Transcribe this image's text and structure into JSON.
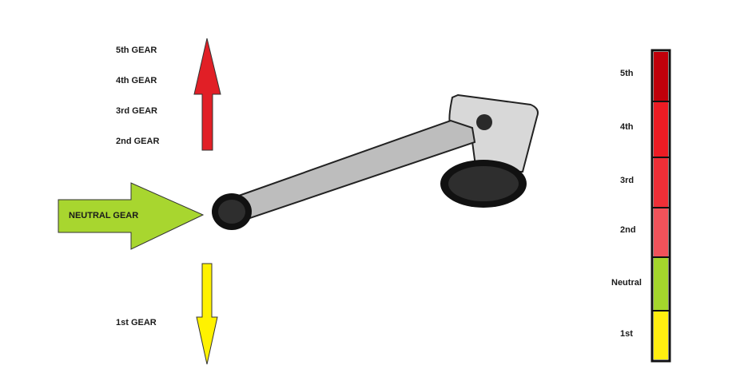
{
  "left_labels": {
    "gear5": "5th GEAR",
    "gear4": "4th GEAR",
    "gear3": "3rd GEAR",
    "gear2": "2nd GEAR",
    "neutral": "NEUTRAL GEAR",
    "gear1": "1st GEAR"
  },
  "scale": {
    "segments": [
      {
        "label": "5th",
        "color": "#c0000b"
      },
      {
        "label": "4th",
        "color": "#ec1c24"
      },
      {
        "label": "3rd",
        "color": "#ee2f37"
      },
      {
        "label": "2nd",
        "color": "#f0525a"
      },
      {
        "label": "Neutral",
        "color": "#a4d62c"
      },
      {
        "label": "1st",
        "color": "#ffee10"
      }
    ]
  },
  "colors": {
    "up_arrow": "#e11f26",
    "neutral_arrow": "#a8d62f",
    "down_arrow": "#fff200",
    "lever_gray": "#bdbdbd",
    "cap_gray": "#d8d8d8",
    "knob": "#2a2a2a"
  }
}
